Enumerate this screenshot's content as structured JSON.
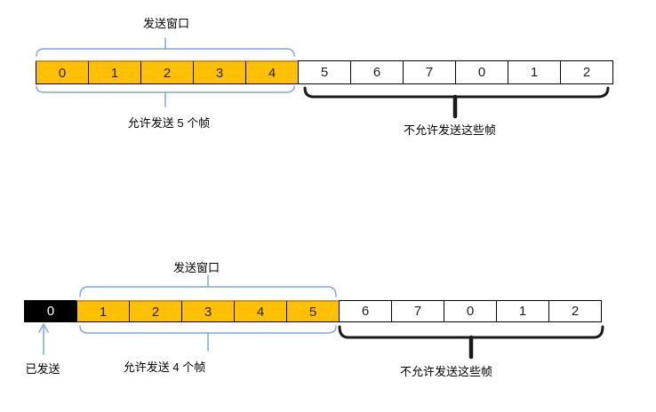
{
  "colors": {
    "window_fill": "#FFC000",
    "window_top_border": "#DA9600",
    "sent_fill": "#000000",
    "outside_fill": "#FFFFFF",
    "border": "#000000",
    "digit": "#1F1F1F",
    "sent_digit": "#FFFFFF",
    "brace_blue": "#7FA8D6",
    "brace_black": "#1A1A1A",
    "label": "#000000",
    "bg": "#FFFFFF"
  },
  "diagram_top": {
    "window_label": "发送窗口",
    "allowed_label": "允许发送 5 个帧",
    "not_allowed_label": "不允许发送这些帧",
    "cells": [
      {
        "value": "0",
        "state": "window"
      },
      {
        "value": "1",
        "state": "window"
      },
      {
        "value": "2",
        "state": "window"
      },
      {
        "value": "3",
        "state": "window"
      },
      {
        "value": "4",
        "state": "window"
      },
      {
        "value": "5",
        "state": "outside"
      },
      {
        "value": "6",
        "state": "outside"
      },
      {
        "value": "7",
        "state": "outside"
      },
      {
        "value": "0",
        "state": "outside"
      },
      {
        "value": "1",
        "state": "outside"
      },
      {
        "value": "2",
        "state": "outside"
      }
    ]
  },
  "diagram_bottom": {
    "window_label": "发送窗口",
    "sent_label": "已发送",
    "allowed_label": "允许发送 4 个帧",
    "not_allowed_label": "不允许发送这些帧",
    "cells": [
      {
        "value": "0",
        "state": "sent"
      },
      {
        "value": "1",
        "state": "window"
      },
      {
        "value": "2",
        "state": "window"
      },
      {
        "value": "3",
        "state": "window"
      },
      {
        "value": "4",
        "state": "window"
      },
      {
        "value": "5",
        "state": "window"
      },
      {
        "value": "6",
        "state": "outside"
      },
      {
        "value": "7",
        "state": "outside"
      },
      {
        "value": "0",
        "state": "outside"
      },
      {
        "value": "1",
        "state": "outside"
      },
      {
        "value": "2",
        "state": "outside"
      }
    ]
  }
}
